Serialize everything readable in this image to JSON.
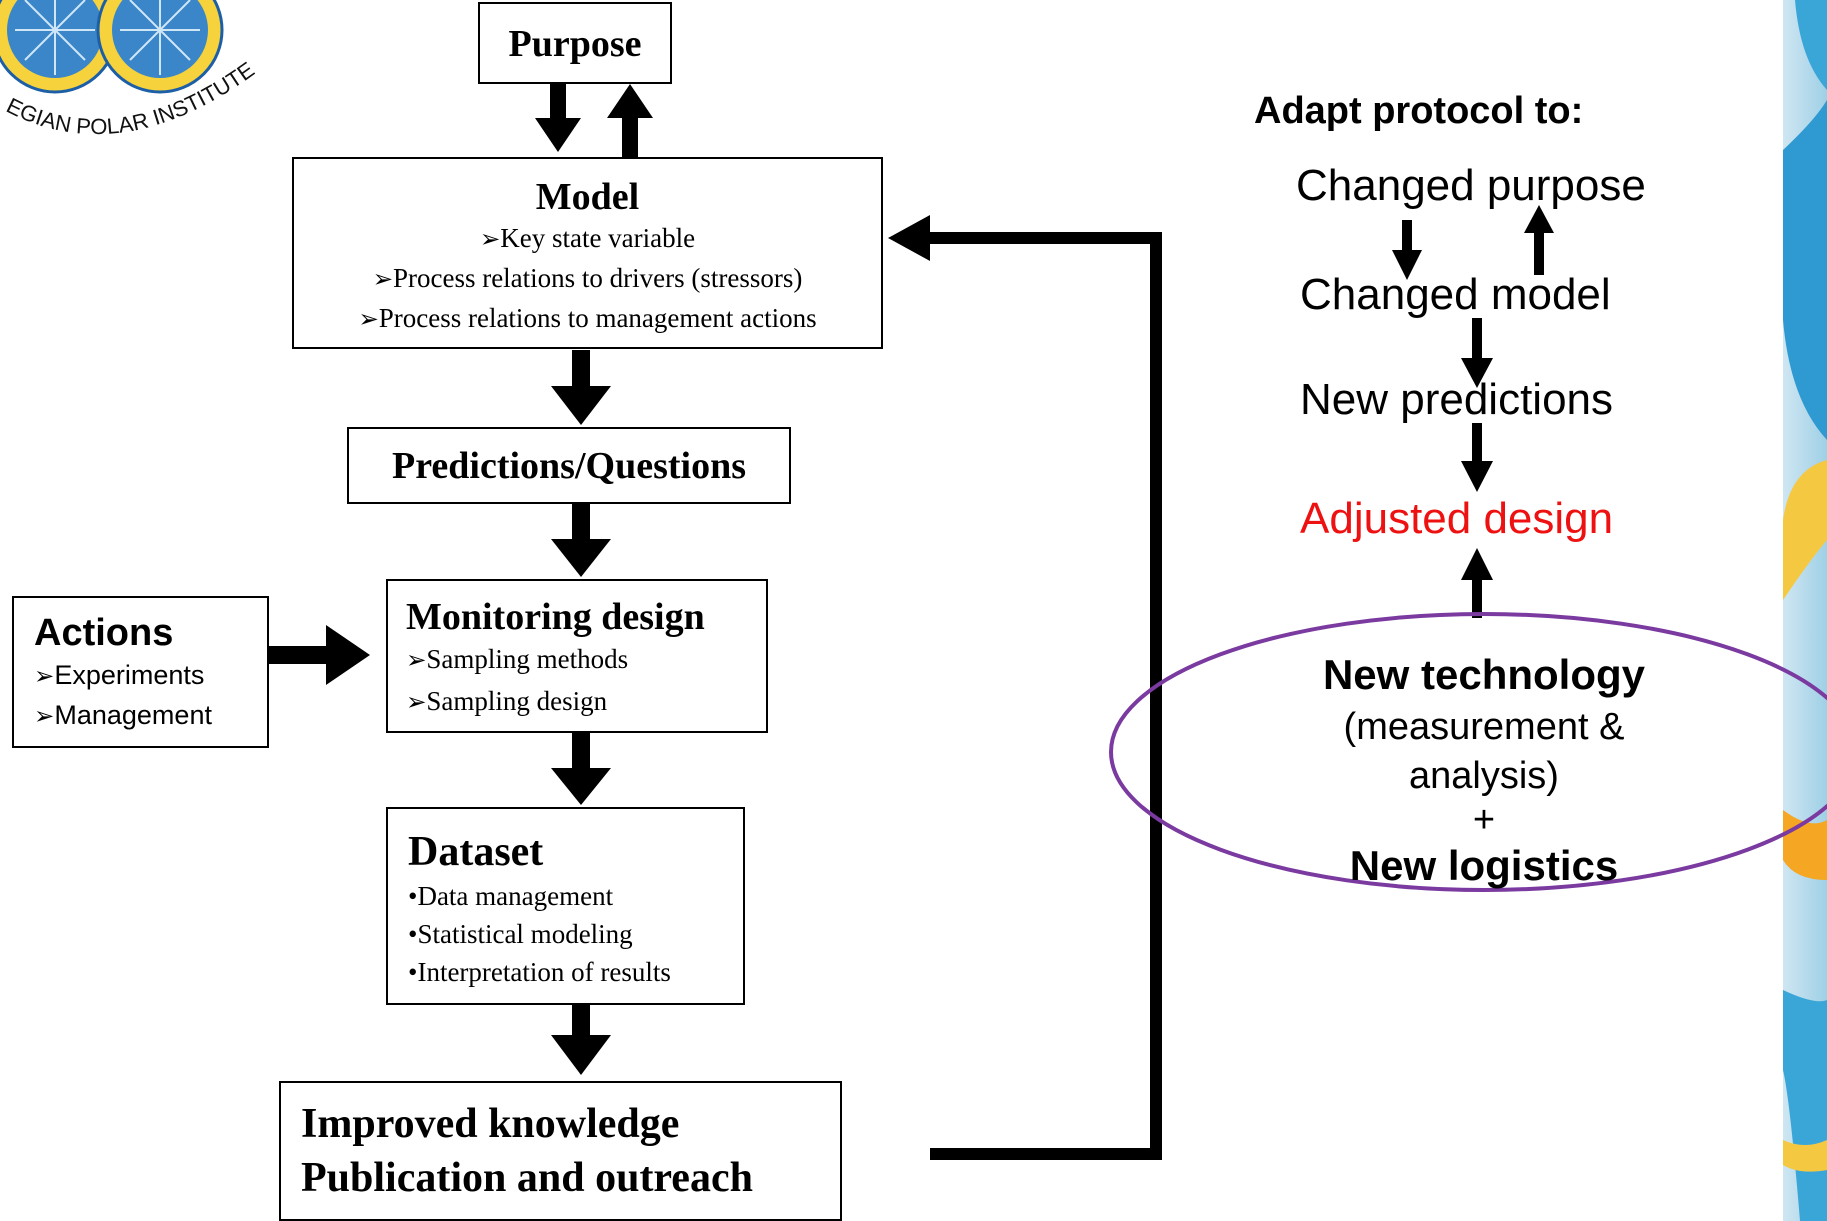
{
  "logo": {
    "text": "NORWEGIAN POLAR INSTITUTE",
    "visible_text": "EGIAN POLAR INSTITUTE"
  },
  "flowchart": {
    "purpose": {
      "title": "Purpose"
    },
    "model": {
      "title": "Model",
      "items": [
        "Key state variable",
        "Process relations to drivers (stressors)",
        "Process relations to management actions"
      ]
    },
    "predictions": {
      "title": "Predictions/Questions"
    },
    "monitoring": {
      "title": "Monitoring design",
      "items": [
        "Sampling methods",
        "Sampling design"
      ]
    },
    "actions": {
      "title": "Actions",
      "items": [
        "Experiments",
        "Management"
      ]
    },
    "dataset": {
      "title": "Dataset",
      "items": [
        "Data management",
        "Statistical modeling",
        "Interpretation of results"
      ]
    },
    "knowledge": {
      "lines": [
        "Improved knowledge",
        "Publication and outreach"
      ]
    }
  },
  "adapt": {
    "heading": "Adapt protocol to:",
    "steps": [
      "Changed purpose",
      "Changed model",
      "New predictions",
      "Adjusted design"
    ],
    "highlight_color": "#ee1111",
    "technology": {
      "title": "New technology",
      "detail_lines": [
        "(measurement &",
        "analysis)"
      ],
      "plus": "+",
      "logistics": "New logistics"
    },
    "ellipse_color": "#7a3aa0"
  }
}
